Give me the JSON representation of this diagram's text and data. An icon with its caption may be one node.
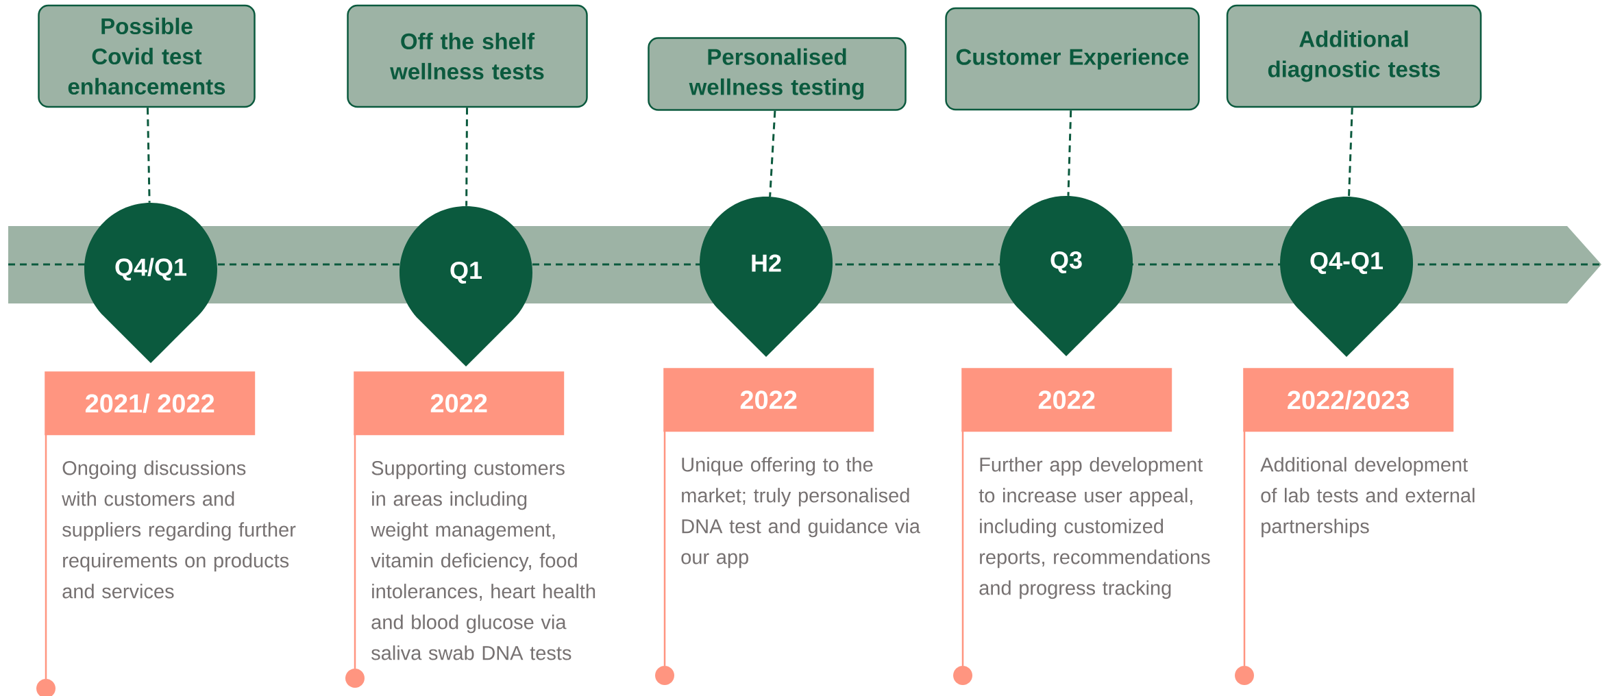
{
  "diagram": {
    "nodes": [
      {
        "text": [
          "Possible Covid test enhancements"
        ]
      },
      {
        "text": [
          "Off the shelf wellness tests"
        ]
      },
      {
        "text": [
          "Personalised wellness testing"
        ]
      },
      {
        "text": [
          "Customer Experience"
        ]
      },
      {
        "text": [
          "Additional diagnostic tests"
        ]
      },
      {
        "text": [
          "Q4/Q1"
        ]
      },
      {
        "text": [
          "Q1"
        ]
      },
      {
        "text": [
          "H2"
        ]
      },
      {
        "text": [
          "Q3"
        ]
      },
      {
        "text": [
          "Q4-Q1"
        ]
      },
      {
        "text": [
          "2021/ 2022"
        ],
        "beside": [
          "Ongoing discussions with customers and suppliers regarding further requirements on products and services"
        ]
      },
      {
        "text": [
          "2022"
        ],
        "beside": [
          "Supporting customers in areas including weight management, vitamin deficiency, food intolerances, heart health and blood glucose via saliva swab DNA tests"
        ]
      },
      {
        "text": [
          "2022"
        ],
        "beside": [
          "Unique offering to the market; truly personalised DNA test and guidance via our app"
        ]
      },
      {
        "text": [
          "2022"
        ],
        "beside": [
          "Further app development to increase user appeal, including customized reports, recommendations and progress tracking"
        ]
      },
      {
        "text": [
          "2022/2023"
        ],
        "beside": [
          "Additional development of lab tests and external partnerships"
        ]
      }
    ],
    "edges": [
      {
        "from": 0,
        "to": 5,
        "arrow": "none",
        "style": "dashed"
      },
      {
        "from": 1,
        "to": 6,
        "arrow": "none",
        "style": "dashed"
      },
      {
        "from": 2,
        "to": 7,
        "arrow": "none",
        "style": "dashed"
      },
      {
        "from": 3,
        "to": 8,
        "arrow": "none",
        "style": "dashed"
      },
      {
        "from": 4,
        "to": 9,
        "arrow": "none",
        "style": "dashed"
      }
    ]
  }
}
